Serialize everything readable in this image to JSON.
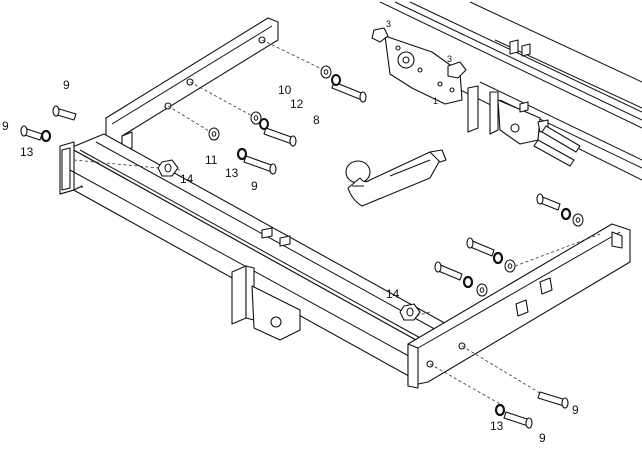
{
  "callouts": {
    "c1": "1",
    "c3a": "3",
    "c3b": "3",
    "c8": "8",
    "c9a": "9",
    "c9b": "9",
    "c9c": "9",
    "c9d": "9",
    "c9e": "9",
    "c10": "10",
    "c11": "11",
    "c12": "12",
    "c13a": "13",
    "c13b": "13",
    "c13c": "13",
    "c14a": "14",
    "c14b": "14"
  }
}
